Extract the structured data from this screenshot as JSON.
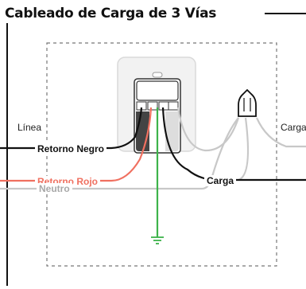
{
  "title": "Cableado de Carga de 3 Vías",
  "labels": {
    "line": "Línea",
    "load_right": "Carga",
    "black_traveler": "Retorno Negro",
    "red_traveler": "Retorno Rojo",
    "load_center": "Carga",
    "neutral": "Neutro"
  },
  "colors": {
    "black_wire": "#111111",
    "red_wire": "#f07060",
    "green_wire": "#3db34a",
    "gray_wire": "#c8c8c8",
    "dashed_box": "#777777",
    "plate": "#f2f2f2"
  },
  "icons": {
    "bulb": "light-bulb-icon",
    "ground": "ground-symbol-icon"
  }
}
